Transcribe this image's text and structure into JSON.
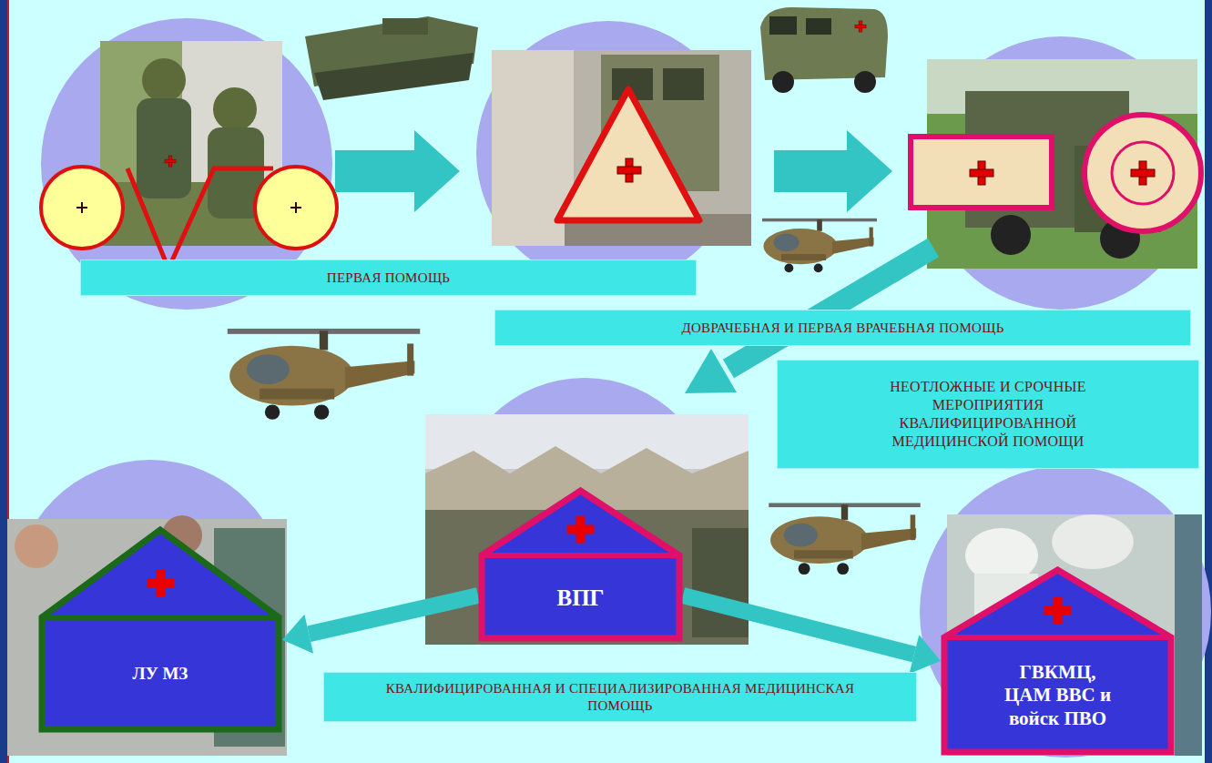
{
  "diagram": {
    "nodes": [
      {
        "text": [
          "ПЕРВАЯ ПОМОЩЬ"
        ]
      },
      {
        "text": [
          "ДОВРАЧЕБНАЯ И ПЕРВАЯ ВРАЧЕБНАЯ ПОМОЩЬ"
        ]
      },
      {
        "text": [
          "НЕОТЛОЖНЫЕ И СРОЧНЫЕ МЕРОПРИЯТИЯ КВАЛИФИЦИРОВАННОЙ МЕДИЦИНСКОЙ ПОМОЩИ"
        ]
      },
      {
        "text": [
          "ЛУ МЗ"
        ]
      },
      {
        "text": [
          "ВПГ"
        ]
      },
      {
        "text": [
          "ГВКМЦ, ЦАМ ВВС и войск ПВО"
        ]
      },
      {
        "text": [
          "КВАЛИФИЦИРОВАННАЯ И СПЕЦИАЛИЗИРОВАННАЯ МЕДИЦИНСКАЯ ПОМОЩЬ"
        ]
      }
    ],
    "edges": [
      {
        "from": 4,
        "to": 3,
        "arrow": "to"
      },
      {
        "from": 4,
        "to": 5,
        "arrow": "to"
      }
    ]
  }
}
